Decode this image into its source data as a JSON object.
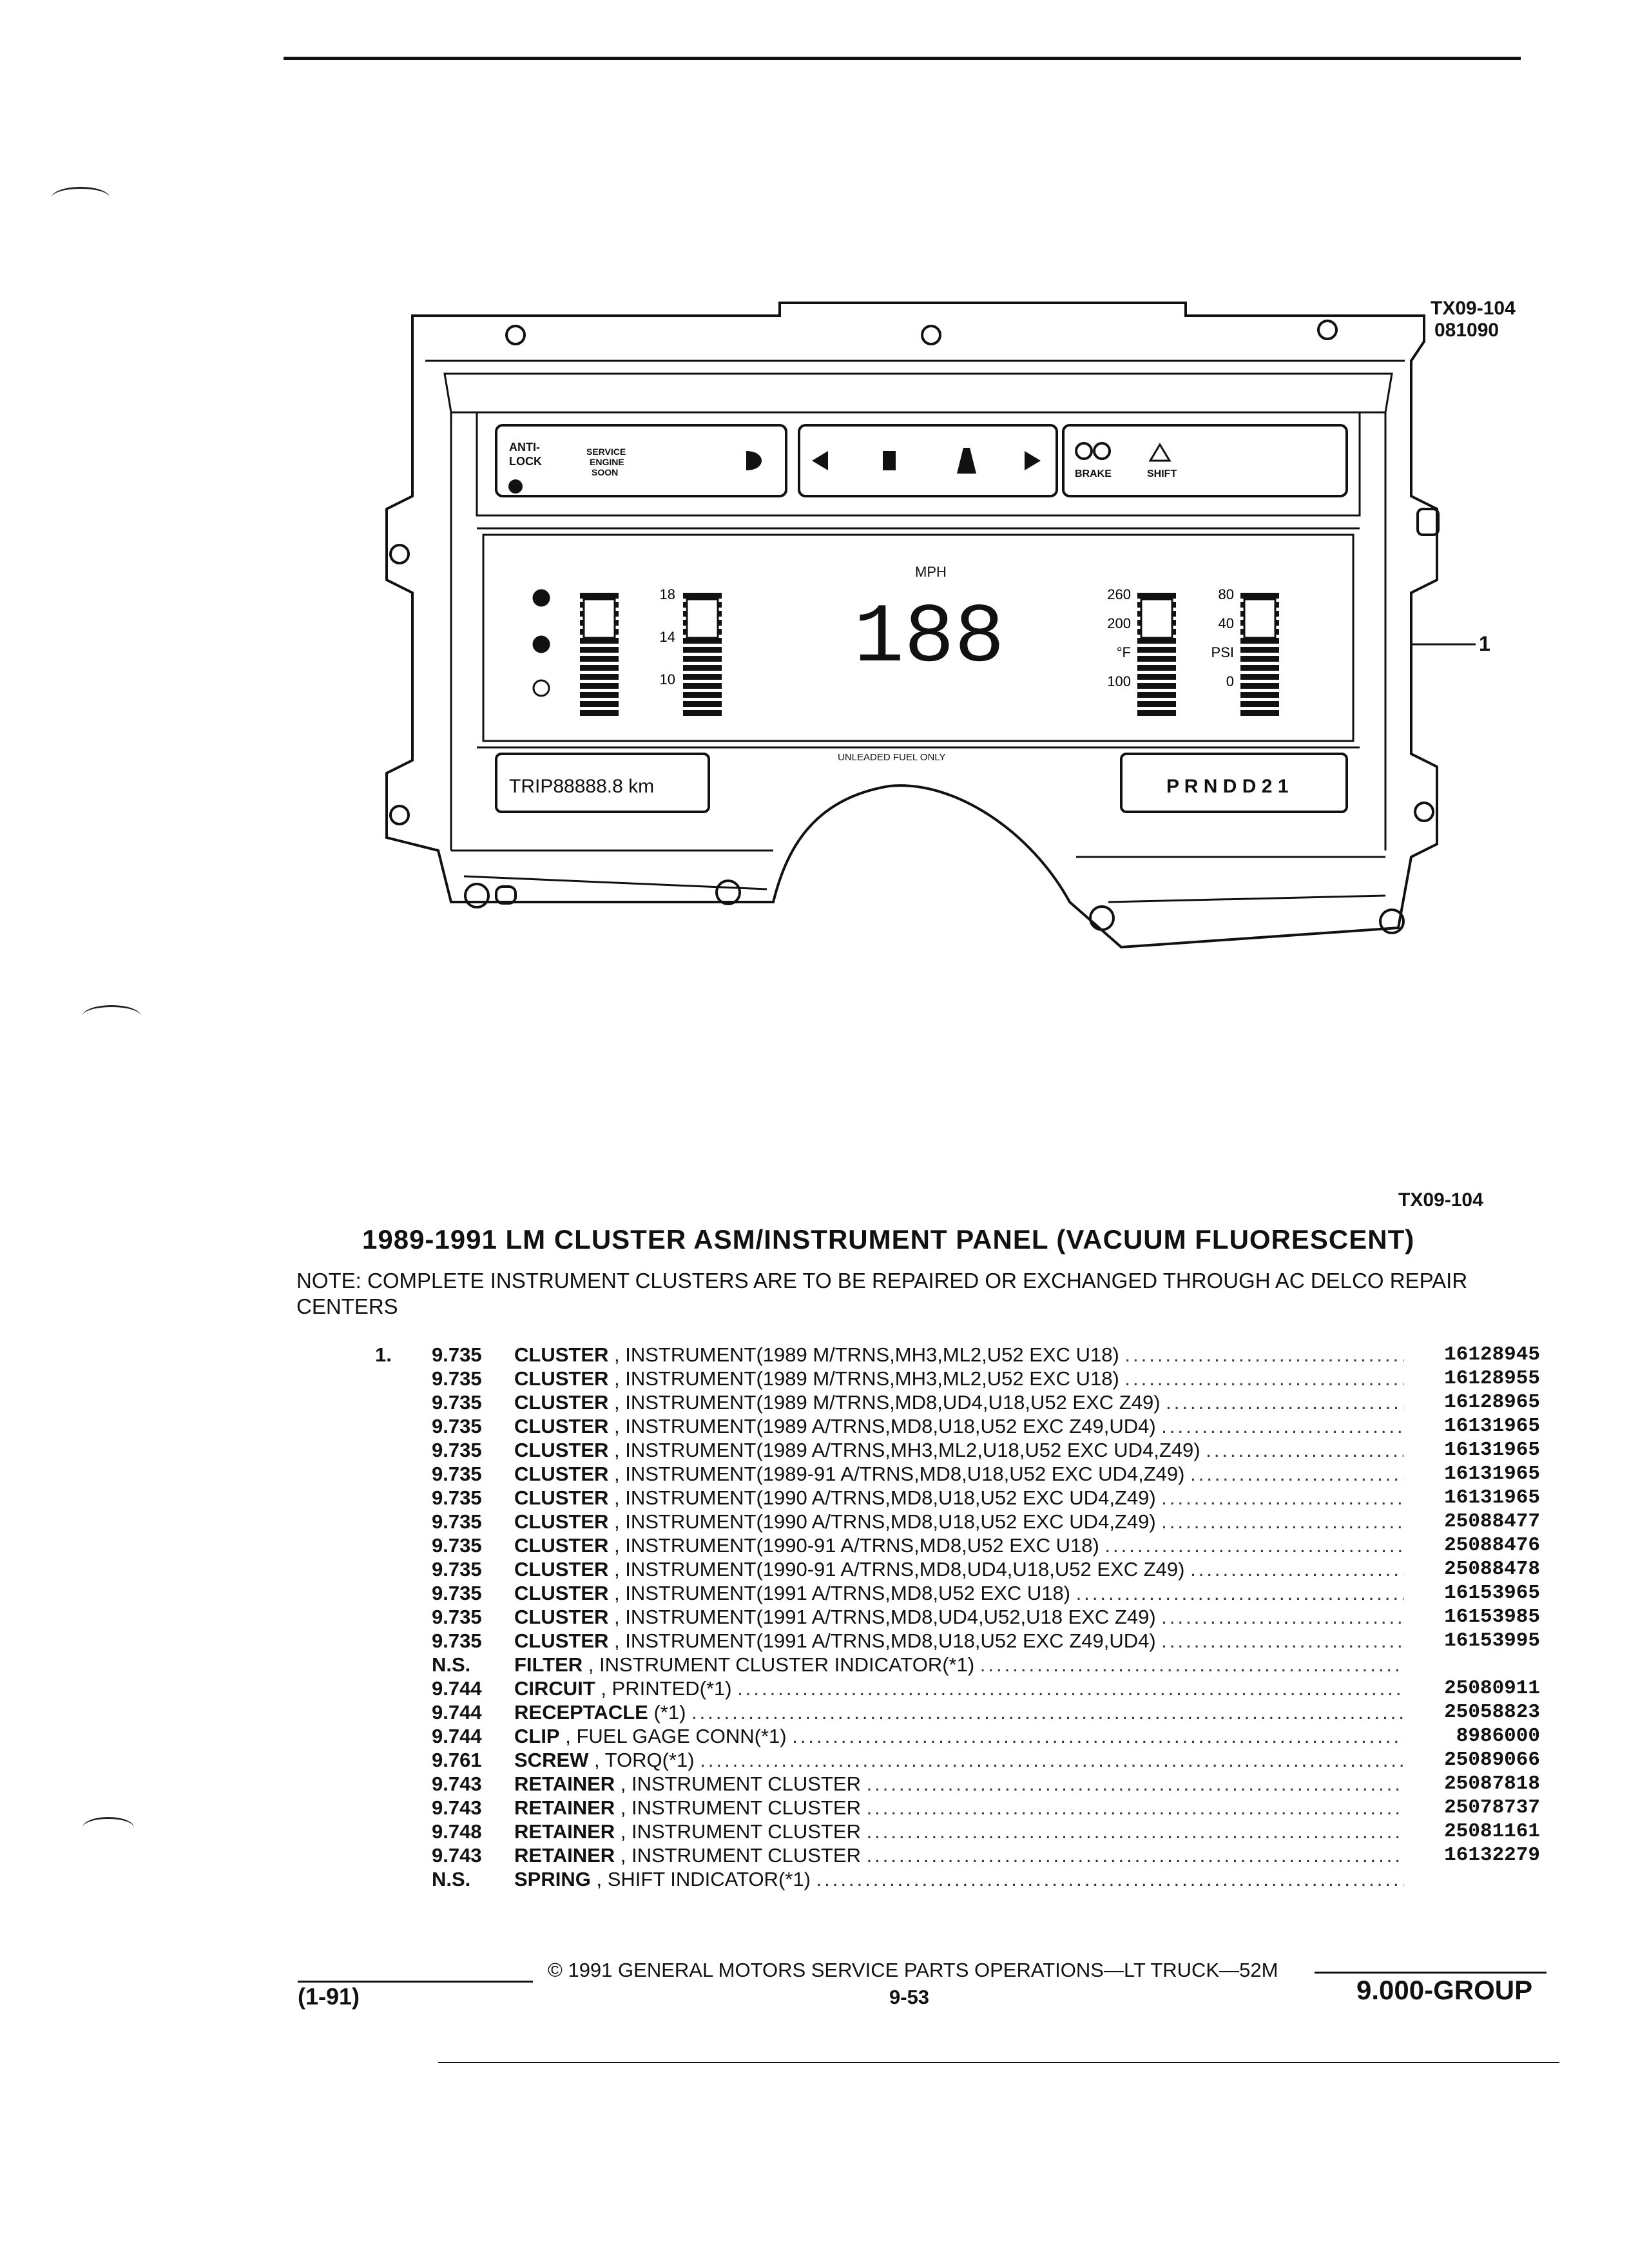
{
  "figure": {
    "ref_code": "TX09-104",
    "ref_date": "081090",
    "callout": "1",
    "caption_code": "TX09-104",
    "panel": {
      "anti_lock": "ANTI-\nLOCK",
      "service_engine": "SERVICE\nENGINE\nSOON",
      "brake": "BRAKE",
      "shift": "SHIFT",
      "speed_unit": "MPH",
      "speed_digits": "188",
      "trip": "TRIP88888.8 km",
      "fuel_note": "UNLEADED FUEL ONLY",
      "gear": "P  R N D D 2 1",
      "volt_ticks": [
        "18",
        "14",
        "10"
      ],
      "temp_ticks": [
        "260",
        "200",
        "°F",
        "100"
      ],
      "oil_ticks": [
        "80",
        "40",
        "PSI",
        "0"
      ]
    }
  },
  "title": "1989-1991 LM CLUSTER ASM/INSTRUMENT PANEL (VACUUM FLUORESCENT)",
  "note": "NOTE:  COMPLETE INSTRUMENT CLUSTERS ARE TO BE REPAIRED OR EXCHANGED THROUGH AC DELCO REPAIR CENTERS",
  "parts": [
    {
      "item": "1.",
      "group": "9.735",
      "name": "CLUSTER",
      "desc": ", INSTRUMENT(1989 M/TRNS,MH3,ML2,U52 EXC U18)",
      "part": "16128945"
    },
    {
      "item": "",
      "group": "9.735",
      "name": "CLUSTER",
      "desc": ", INSTRUMENT(1989 M/TRNS,MH3,ML2,U52 EXC U18)",
      "part": "16128955"
    },
    {
      "item": "",
      "group": "9.735",
      "name": "CLUSTER",
      "desc": ", INSTRUMENT(1989 M/TRNS,MD8,UD4,U18,U52 EXC Z49)",
      "part": "16128965"
    },
    {
      "item": "",
      "group": "9.735",
      "name": "CLUSTER",
      "desc": ", INSTRUMENT(1989 A/TRNS,MD8,U18,U52 EXC Z49,UD4)",
      "part": "16131965"
    },
    {
      "item": "",
      "group": "9.735",
      "name": "CLUSTER",
      "desc": ", INSTRUMENT(1989 A/TRNS,MH3,ML2,U18,U52 EXC UD4,Z49)",
      "part": "16131965"
    },
    {
      "item": "",
      "group": "9.735",
      "name": "CLUSTER",
      "desc": ", INSTRUMENT(1989-91 A/TRNS,MD8,U18,U52 EXC UD4,Z49)",
      "part": "16131965"
    },
    {
      "item": "",
      "group": "9.735",
      "name": "CLUSTER",
      "desc": ", INSTRUMENT(1990 A/TRNS,MD8,U18,U52 EXC UD4,Z49)",
      "part": "16131965"
    },
    {
      "item": "",
      "group": "9.735",
      "name": "CLUSTER",
      "desc": ", INSTRUMENT(1990 A/TRNS,MD8,U18,U52 EXC UD4,Z49)",
      "part": "25088477"
    },
    {
      "item": "",
      "group": "9.735",
      "name": "CLUSTER",
      "desc": ", INSTRUMENT(1990-91 A/TRNS,MD8,U52 EXC U18)",
      "part": "25088476"
    },
    {
      "item": "",
      "group": "9.735",
      "name": "CLUSTER",
      "desc": ", INSTRUMENT(1990-91 A/TRNS,MD8,UD4,U18,U52 EXC Z49)",
      "part": "25088478"
    },
    {
      "item": "",
      "group": "9.735",
      "name": "CLUSTER",
      "desc": ", INSTRUMENT(1991 A/TRNS,MD8,U52 EXC U18)",
      "part": "16153965"
    },
    {
      "item": "",
      "group": "9.735",
      "name": "CLUSTER",
      "desc": ", INSTRUMENT(1991 A/TRNS,MD8,UD4,U52,U18 EXC Z49)",
      "part": "16153985"
    },
    {
      "item": "",
      "group": "9.735",
      "name": "CLUSTER",
      "desc": ", INSTRUMENT(1991 A/TRNS,MD8,U18,U52 EXC Z49,UD4)",
      "part": "16153995"
    },
    {
      "item": "",
      "group": "N.S.",
      "name": "FILTER",
      "desc": ", INSTRUMENT CLUSTER INDICATOR(*1)",
      "part": ""
    },
    {
      "item": "",
      "group": "9.744",
      "name": "CIRCUIT",
      "desc": ", PRINTED(*1)",
      "part": "25080911"
    },
    {
      "item": "",
      "group": "9.744",
      "name": "RECEPTACLE",
      "desc": "(*1)",
      "part": "25058823"
    },
    {
      "item": "",
      "group": "9.744",
      "name": "CLIP",
      "desc": ", FUEL GAGE CONN(*1)",
      "part": "8986000"
    },
    {
      "item": "",
      "group": "9.761",
      "name": "SCREW",
      "desc": ", TORQ(*1)",
      "part": "25089066"
    },
    {
      "item": "",
      "group": "9.743",
      "name": "RETAINER",
      "desc": ", INSTRUMENT CLUSTER",
      "part": "25087818"
    },
    {
      "item": "",
      "group": "9.743",
      "name": "RETAINER",
      "desc": ", INSTRUMENT CLUSTER",
      "part": "25078737"
    },
    {
      "item": "",
      "group": "9.748",
      "name": "RETAINER",
      "desc": ", INSTRUMENT CLUSTER",
      "part": "25081161"
    },
    {
      "item": "",
      "group": "9.743",
      "name": "RETAINER",
      "desc": ", INSTRUMENT CLUSTER",
      "part": "16132279"
    },
    {
      "item": "",
      "group": "N.S.",
      "name": "SPRING",
      "desc": ", SHIFT INDICATOR(*1)",
      "part": ""
    }
  ],
  "footer": {
    "copyright": "© 1991 GENERAL MOTORS SERVICE PARTS OPERATIONS—LT TRUCK—52M",
    "date_code": "(1-91)",
    "page": "9-53",
    "group": "9.000-GROUP"
  }
}
